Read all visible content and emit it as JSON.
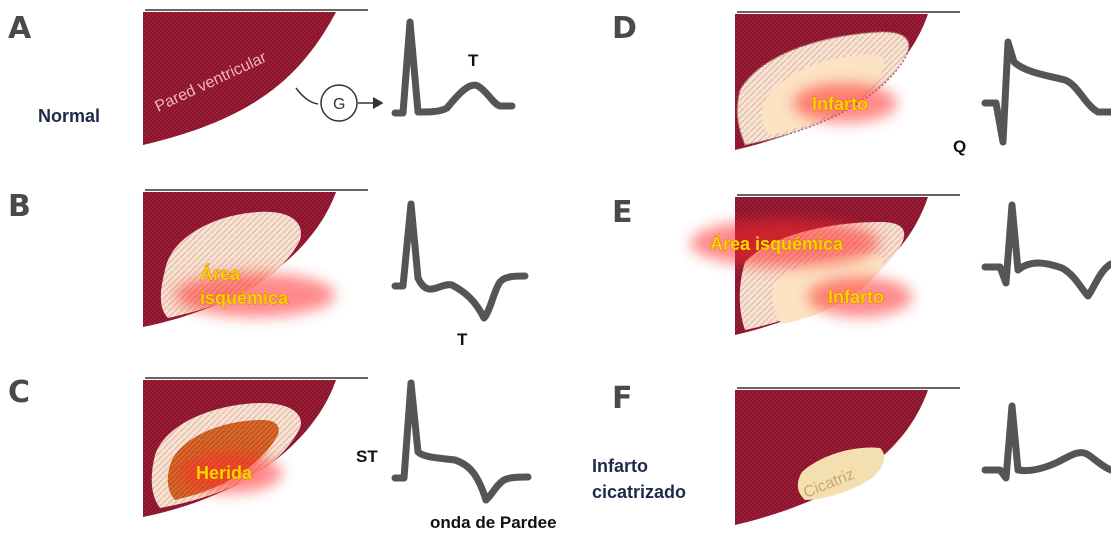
{
  "panels": {
    "a": {
      "letter": "A",
      "side_label": "Normal",
      "wall_label": "Pared ventricular",
      "galvanometer": "G",
      "ecg_label": "T"
    },
    "b": {
      "letter": "B",
      "zone_label_1": "Área",
      "zone_label_2": "isquémica",
      "ecg_label": "T"
    },
    "c": {
      "letter": "C",
      "zone_label": "Herida",
      "ecg_label_st": "ST",
      "ecg_label_bottom": "onda de Pardee"
    },
    "d": {
      "letter": "D",
      "zone_label": "Infarto",
      "ecg_label": "Q"
    },
    "e": {
      "letter": "E",
      "zone_label_1": "Área isquémica",
      "zone_label_2": "Infarto"
    },
    "f": {
      "letter": "F",
      "side_label_1": "Infarto",
      "side_label_2": "cicatrizado",
      "scar_label": "Cicatriz"
    }
  },
  "colors": {
    "wall": "#9c1c36",
    "ischemia": "#f6dcc6",
    "injury": "#d96a2a",
    "infarct": "#fbe3c4",
    "scar": "#f4dfb0",
    "ecg": "#555555"
  }
}
